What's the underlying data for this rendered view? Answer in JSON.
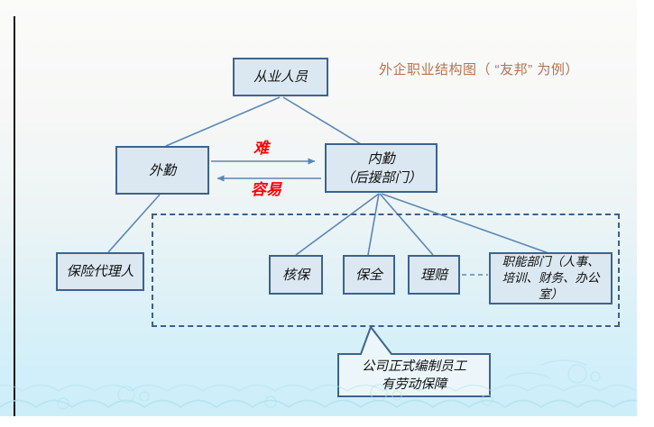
{
  "slide": {
    "title": "外企职业结构图（ “友邦” 为例）"
  },
  "nodes": {
    "congye": "从业人员",
    "waiqin": "外勤",
    "neiqin": "内勤\n（后援部门）",
    "baoxian": "保险代理人",
    "hebao": "核保",
    "baoquan": "保全",
    "lipei": "理赔",
    "zhineng": "职能部门（人事、\n培训、财务、办公\n室）"
  },
  "edge_labels": {
    "hard": "难",
    "easy": "容易"
  },
  "callout": {
    "text": "公司正式编制员工\n有劳动保障"
  },
  "colors": {
    "node_fill": "#dbe8f1",
    "node_border": "#3c6390",
    "connector": "#5b87b5",
    "dashed_border": "#3f5f8a",
    "edge_label": "#ff0000",
    "title": "#b5734e",
    "callout_fill": "#ecf6fa",
    "wave": "#b0e2ee"
  }
}
